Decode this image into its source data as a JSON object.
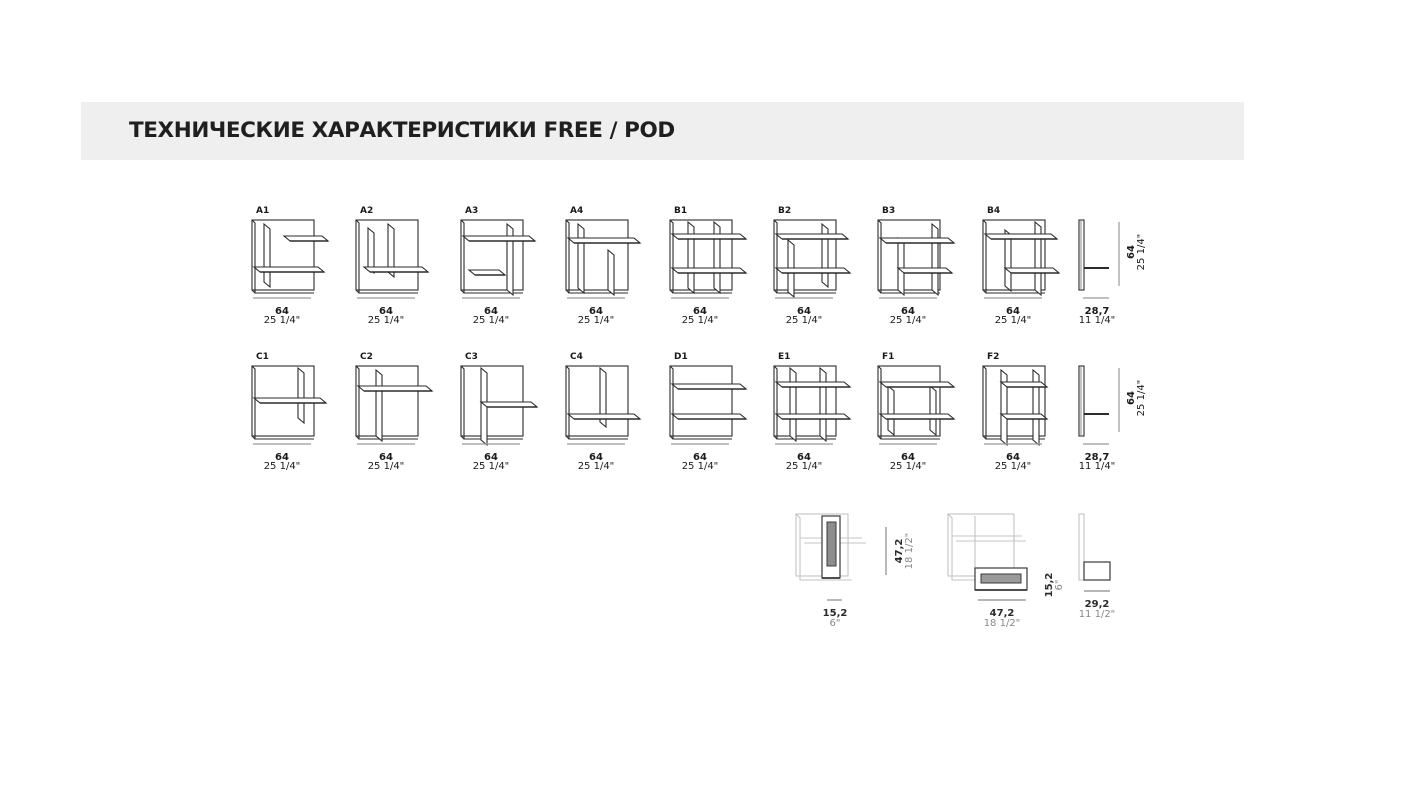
{
  "header": {
    "title": "ТЕХНИЧЕСКИЕ ХАРАКТЕРИСТИКИ FREE / POD"
  },
  "rows": [
    {
      "modules": [
        {
          "code": "A1",
          "width_cm": "64",
          "width_in": "25 1/4\""
        },
        {
          "code": "A2",
          "width_cm": "64",
          "width_in": "25 1/4\""
        },
        {
          "code": "A3",
          "width_cm": "64",
          "width_in": "25 1/4\""
        },
        {
          "code": "A4",
          "width_cm": "64",
          "width_in": "25 1/4\""
        },
        {
          "code": "B1",
          "width_cm": "64",
          "width_in": "25 1/4\""
        },
        {
          "code": "B2",
          "width_cm": "64",
          "width_in": "25 1/4\""
        },
        {
          "code": "B3",
          "width_cm": "64",
          "width_in": "25 1/4\""
        },
        {
          "code": "B4",
          "width_cm": "64",
          "width_in": "25 1/4\""
        }
      ],
      "side": {
        "depth_cm": "28,7",
        "depth_in": "11 1/4\"",
        "height_cm": "64",
        "height_in": "25 1/4\""
      }
    },
    {
      "modules": [
        {
          "code": "C1",
          "width_cm": "64",
          "width_in": "25 1/4\""
        },
        {
          "code": "C2",
          "width_cm": "64",
          "width_in": "25 1/4\""
        },
        {
          "code": "C3",
          "width_cm": "64",
          "width_in": "25 1/4\""
        },
        {
          "code": "C4",
          "width_cm": "64",
          "width_in": "25 1/4\""
        },
        {
          "code": "D1",
          "width_cm": "64",
          "width_in": "25 1/4\""
        },
        {
          "code": "E1",
          "width_cm": "64",
          "width_in": "25 1/4\""
        },
        {
          "code": "F1",
          "width_cm": "64",
          "width_in": "25 1/4\""
        },
        {
          "code": "F2",
          "width_cm": "64",
          "width_in": "25 1/4\""
        }
      ],
      "side": {
        "depth_cm": "28,7",
        "depth_in": "11 1/4\"",
        "height_cm": "64",
        "height_in": "25 1/4\""
      }
    }
  ],
  "pod": {
    "vertical": {
      "width_cm": "15,2",
      "width_in": "6\"",
      "height_cm": "47,2",
      "height_in": "18 1/2\""
    },
    "horizontal": {
      "width_cm": "47,2",
      "width_in": "18 1/2\"",
      "height_cm": "15,2",
      "height_in": "6\""
    },
    "side": {
      "depth_cm": "29,2",
      "depth_in": "11 1/2\""
    }
  }
}
